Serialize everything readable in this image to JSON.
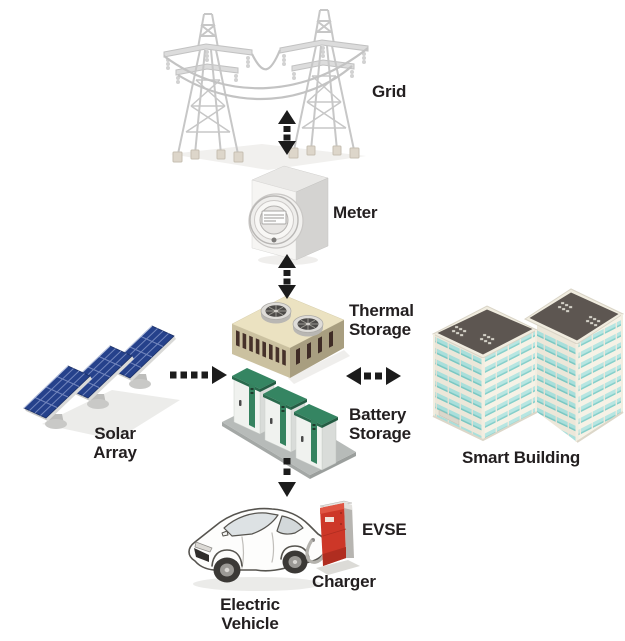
{
  "diagram": {
    "kind": "energy-system-flow-diagram"
  },
  "nodes": {
    "grid": {
      "label": "Grid"
    },
    "meter": {
      "label": "Meter"
    },
    "thermal_storage": {
      "label": "Thermal Storage"
    },
    "battery_storage": {
      "label": "Battery Storage"
    },
    "solar_array": {
      "label": "Solar Array"
    },
    "smart_building": {
      "label": "Smart Building"
    },
    "evse": {
      "label": "EVSE"
    },
    "charger": {
      "label": "Charger"
    },
    "electric_vehicle": {
      "label": "Electric Vehicle"
    }
  },
  "connections": [
    {
      "from": "Grid",
      "to": "Meter",
      "bidirectional": true,
      "style": "dashed"
    },
    {
      "from": "Meter",
      "to": "Thermal Storage",
      "bidirectional": true,
      "style": "dashed"
    },
    {
      "from": "Solar Array",
      "to": "Battery Storage",
      "bidirectional": false,
      "style": "dashed"
    },
    {
      "from": "Battery Storage",
      "to": "Smart Building",
      "bidirectional": true,
      "style": "dashed"
    },
    {
      "from": "Battery Storage",
      "to": "Electric Vehicle",
      "bidirectional": false,
      "style": "dashed"
    }
  ],
  "colors": {
    "background": "#ffffff",
    "label_text": "#231f20",
    "arrow": "#1c1c1c",
    "battery_green": "#35835f",
    "thermal_tan": "#cbc1a0",
    "solar_panel_blue": "#25418b",
    "building_window_teal": "#a9dfdb",
    "building_roof_gray": "#5d5651",
    "evse_red": "#cd3728",
    "tower_gray": "#c7c7c7"
  }
}
